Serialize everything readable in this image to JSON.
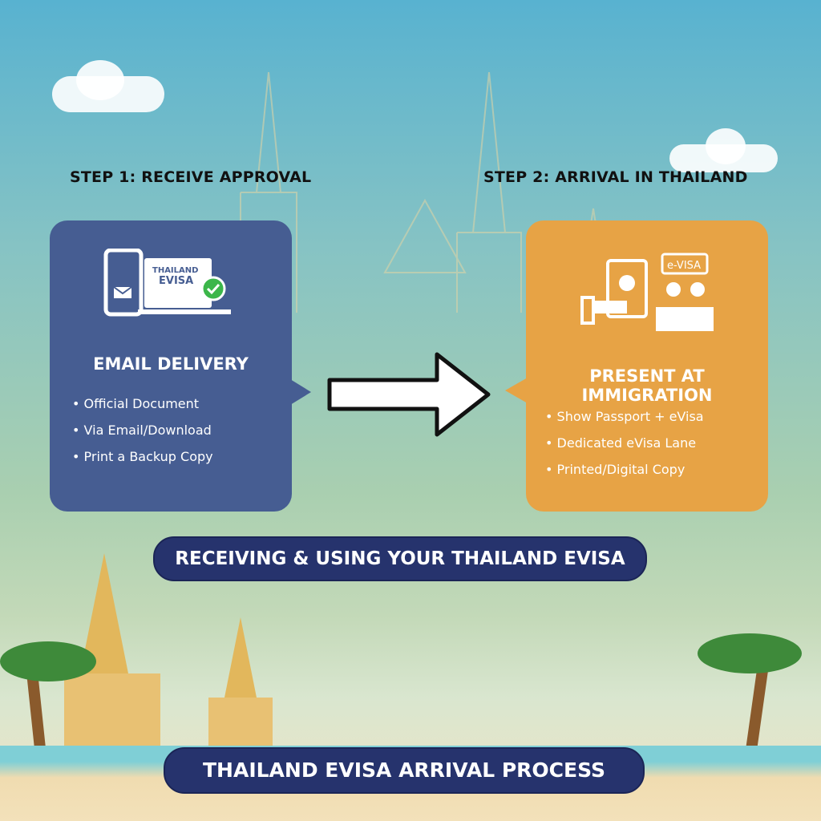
{
  "step1": {
    "title": "STEP 1: RECEIVE APPROVAL",
    "card_title": "EMAIL DELIVERY",
    "icon_text": [
      "THAILAND",
      "EVISA"
    ],
    "items": [
      "Official Document",
      "Via Email/Download",
      "Print a Backup Copy"
    ],
    "color": "#465d92"
  },
  "step2": {
    "title": "STEP 2: ARRIVAL IN THAILAND",
    "card_title": "PRESENT AT IMMIGRATION",
    "sign_text": "e-VISA",
    "items": [
      "Show Passport + eVisa",
      "Dedicated eVisa Lane",
      "Printed/Digital Copy"
    ],
    "color": "#e7a345"
  },
  "subtitle": "RECEIVING & USING YOUR THAILAND EVISA",
  "title": "THAILAND EVISA ARRIVAL PROCESS"
}
